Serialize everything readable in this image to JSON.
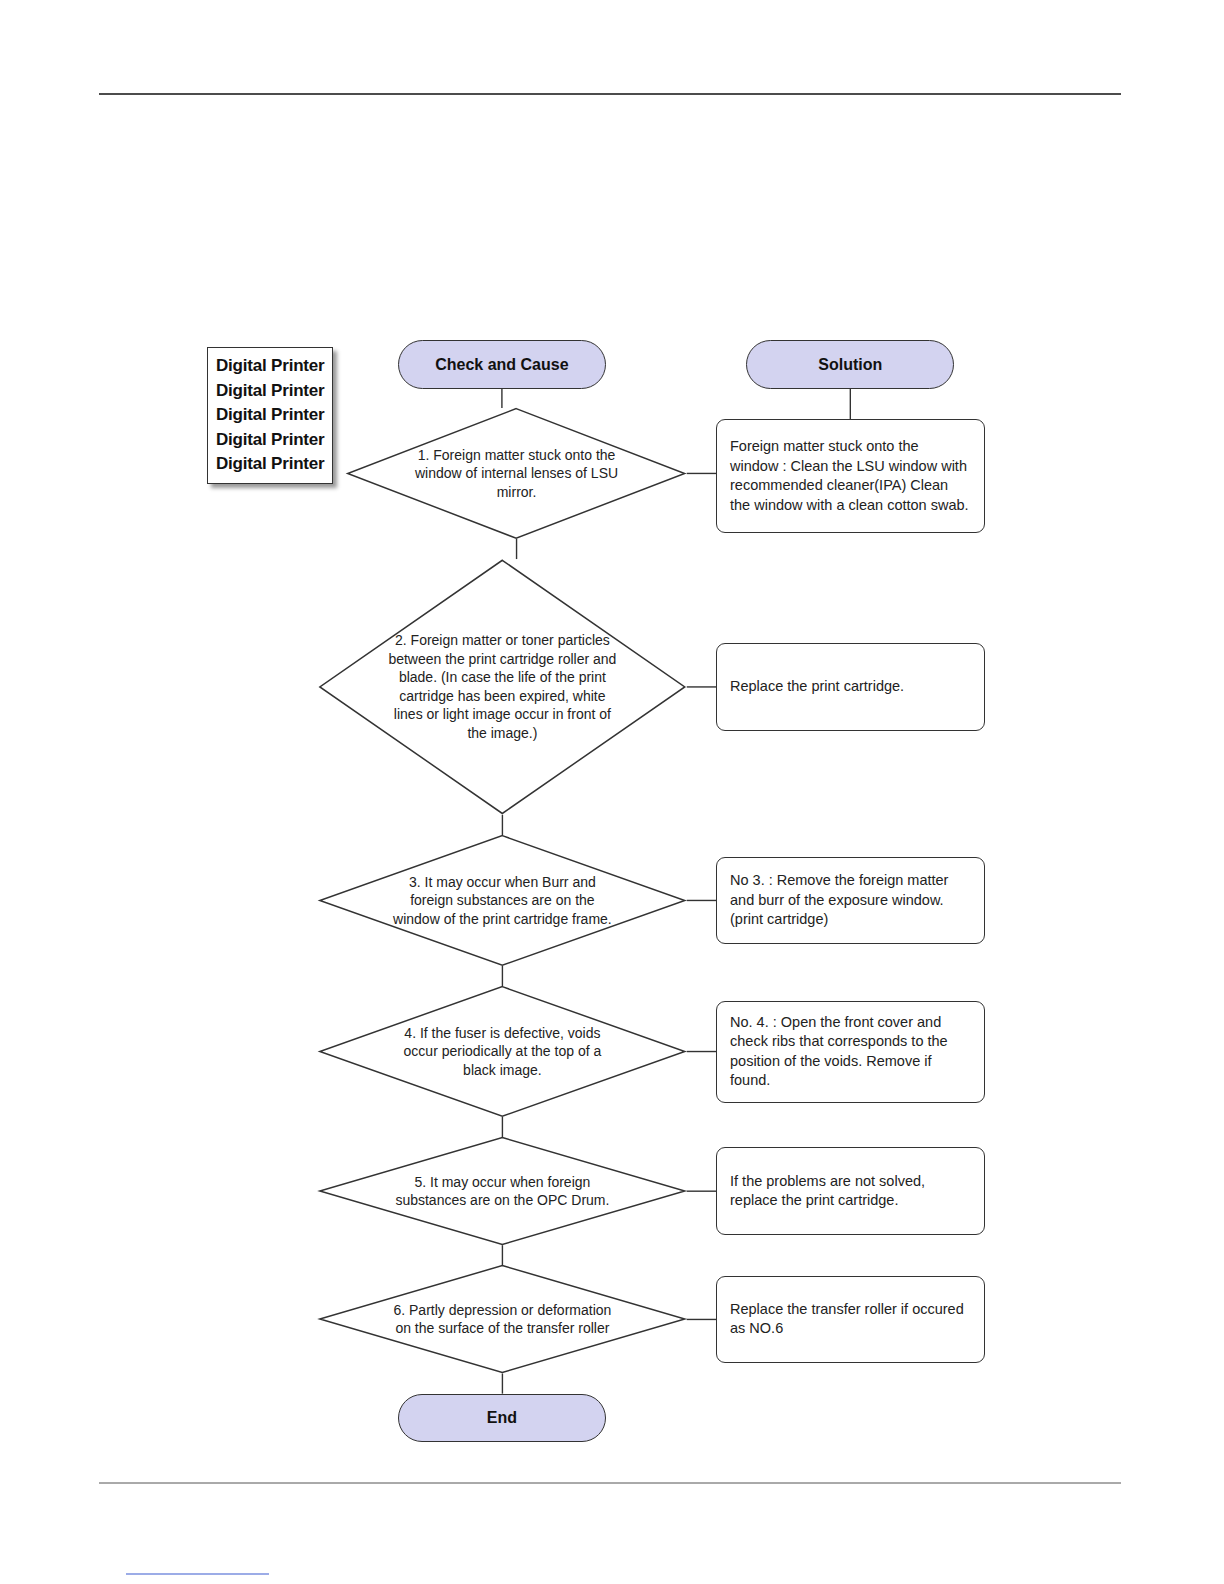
{
  "diagram": {
    "nodes": [
      {
        "text": [
          "Digital Printer",
          "Digital Printer",
          "Digital Printer",
          "Digital Printer",
          "Digital Printer"
        ]
      },
      {
        "text": [
          "Check and Cause"
        ]
      },
      {
        "text": [
          "Solution"
        ]
      },
      {
        "text": [
          "1. Foreign matter stuck onto the window of internal lenses of LSU mirror."
        ]
      },
      {
        "text": [
          "Foreign matter stuck onto the window : Clean the LSU window with recommended cleaner(IPA) Clean the window with a clean cotton swab."
        ]
      },
      {
        "text": [
          "2. Foreign matter or toner particles between the print cartridge roller and blade. (In case the life of the print cartridge has been expired, white lines or light image occur in front of the image.)"
        ]
      },
      {
        "text": [
          "Replace the print cartridge."
        ]
      },
      {
        "text": [
          "3. It may occur when Burr and foreign substances are on the window of the print cartridge frame."
        ]
      },
      {
        "text": [
          "No 3. : Remove the foreign matter and burr of the exposure window. (print cartridge)"
        ]
      },
      {
        "text": [
          "4. If the fuser is defective, voids occur periodically at the top of a black image."
        ]
      },
      {
        "text": [
          "No. 4. : Open the front cover and check ribs that corresponds to the position of the voids. Remove if found."
        ]
      },
      {
        "text": [
          "5. It may occur when foreign substances are on the OPC Drum."
        ]
      },
      {
        "text": [
          "If the problems are not solved, replace the print cartridge."
        ]
      },
      {
        "text": [
          "6. Partly depression or deformation on the surface of the transfer roller"
        ]
      },
      {
        "text": [
          "Replace the transfer roller if occured as NO.6"
        ]
      },
      {
        "text": [
          "End"
        ]
      }
    ],
    "edges": [
      {
        "from": 1,
        "to": 3,
        "arrow": "none"
      },
      {
        "from": 2,
        "to": 4,
        "arrow": "none"
      },
      {
        "from": 3,
        "to": 4,
        "arrow": "none"
      },
      {
        "from": 3,
        "to": 5,
        "arrow": "none"
      },
      {
        "from": 5,
        "to": 6,
        "arrow": "none"
      },
      {
        "from": 5,
        "to": 7,
        "arrow": "none"
      },
      {
        "from": 7,
        "to": 8,
        "arrow": "none"
      },
      {
        "from": 7,
        "to": 9,
        "arrow": "none"
      },
      {
        "from": 9,
        "to": 10,
        "arrow": "none"
      },
      {
        "from": 9,
        "to": 11,
        "arrow": "none"
      },
      {
        "from": 11,
        "to": 12,
        "arrow": "none"
      },
      {
        "from": 11,
        "to": 13,
        "arrow": "none"
      },
      {
        "from": 13,
        "to": 14,
        "arrow": "none"
      },
      {
        "from": 13,
        "to": 15,
        "arrow": "none"
      }
    ]
  }
}
